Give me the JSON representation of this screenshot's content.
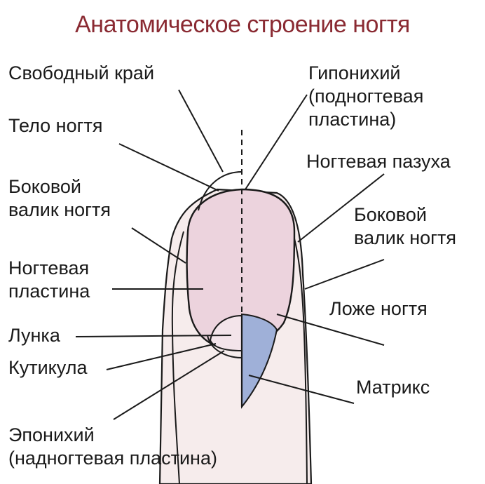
{
  "title": "Анатомическое строение ногтя",
  "labels": {
    "free_edge": "Свободный край",
    "nail_body": "Тело ногтя",
    "lateral_fold_left": "Боковой\nвалик ногтя",
    "nail_plate": "Ногтевая\nпластина",
    "lunula": "Лунка",
    "cuticle": "Кутикула",
    "eponychium": "Эпонихий\n(надногтевая пластина)",
    "hyponychium": "Гипонихий\n(подногтевая\nпластина)",
    "nail_sinus": "Ногтевая пазуха",
    "lateral_fold_right": "Боковой\nвалик ногтя",
    "nail_bed": "Ложе ногтя",
    "matrix": "Матрикс"
  },
  "colors": {
    "title": "#8a2a32",
    "nail_plate_fill": "#ecd3dd",
    "finger_fill": "#f6ecec",
    "lunula_fill": "#f3e4ea",
    "matrix_fill": "#9fb0d8",
    "line": "#1a1a1a"
  },
  "icons": []
}
